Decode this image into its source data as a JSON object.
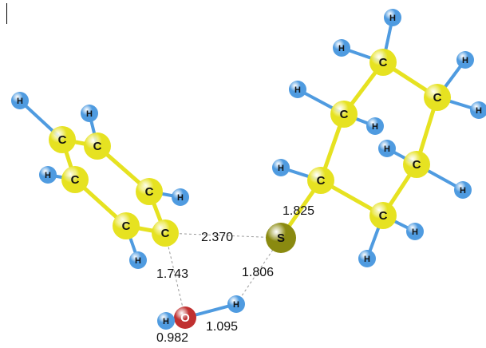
{
  "atoms": [
    {
      "id": "ph1",
      "el": "C"
    },
    {
      "id": "ph2",
      "el": "C"
    },
    {
      "id": "ph3",
      "el": "C"
    },
    {
      "id": "ph4",
      "el": "C"
    },
    {
      "id": "ph5",
      "el": "C"
    },
    {
      "id": "ph6",
      "el": "C"
    },
    {
      "id": "hph1",
      "el": "H"
    },
    {
      "id": "hph2",
      "el": "H"
    },
    {
      "id": "hph3",
      "el": "H"
    },
    {
      "id": "hph4",
      "el": "H"
    },
    {
      "id": "hph5",
      "el": "H"
    },
    {
      "id": "s",
      "el": "S"
    },
    {
      "id": "o",
      "el": "O"
    },
    {
      "id": "ho1",
      "el": "H"
    },
    {
      "id": "ho2",
      "el": "H"
    },
    {
      "id": "cy1",
      "el": "C"
    },
    {
      "id": "cy2",
      "el": "C"
    },
    {
      "id": "cy3",
      "el": "C"
    },
    {
      "id": "cy4",
      "el": "C"
    },
    {
      "id": "cy5",
      "el": "C"
    },
    {
      "id": "cy6",
      "el": "C"
    },
    {
      "id": "hc1",
      "el": "H"
    },
    {
      "id": "hc2",
      "el": "H"
    },
    {
      "id": "hc3",
      "el": "H"
    },
    {
      "id": "hc4",
      "el": "H"
    },
    {
      "id": "hc5",
      "el": "H"
    },
    {
      "id": "hc6",
      "el": "H"
    },
    {
      "id": "hc7",
      "el": "H"
    },
    {
      "id": "hc8",
      "el": "H"
    },
    {
      "id": "hc9",
      "el": "H"
    },
    {
      "id": "hc10",
      "el": "H"
    },
    {
      "id": "hc11",
      "el": "H"
    }
  ],
  "distances": [
    {
      "id": "d_cs",
      "text": "2.370"
    },
    {
      "id": "d_cyS",
      "text": "1.825"
    },
    {
      "id": "d_co",
      "text": "1.743"
    },
    {
      "id": "d_so",
      "text": "1.806"
    },
    {
      "id": "d_oh1",
      "text": "0.982"
    },
    {
      "id": "d_oh2",
      "text": "1.095"
    }
  ],
  "colors": {
    "C": "#e6e221",
    "H": "#4f9be0",
    "S": "#8a8a10",
    "O": "#c03030",
    "bond": "#e6e221",
    "bond_h": "#4f9be0",
    "dash": "#9a9a9a"
  }
}
